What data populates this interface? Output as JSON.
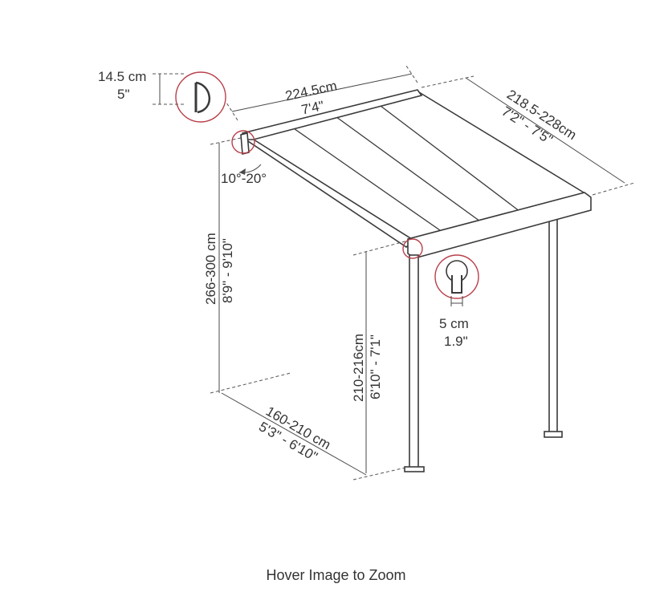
{
  "diagram": {
    "gutter_height": {
      "metric": "14.5 cm",
      "imperial": "5\""
    },
    "roof_width": {
      "metric": "224.5cm",
      "imperial": "7'4\""
    },
    "roof_depth": {
      "metric": "218.5-228cm",
      "imperial": "7'2\" - 7'5\""
    },
    "roof_angle": "10°-20°",
    "wall_height": {
      "metric": "266-300 cm",
      "imperial": "8'9\" - 9'10\""
    },
    "post_height": {
      "metric": "210-216cm",
      "imperial": "6'10\" - 7'1\""
    },
    "post_projection": {
      "metric": "160-210 cm",
      "imperial": "5'3\" - 6'10\""
    },
    "post_width": {
      "metric": "5 cm",
      "imperial": "1.9\""
    }
  },
  "caption": "Hover Image to Zoom"
}
